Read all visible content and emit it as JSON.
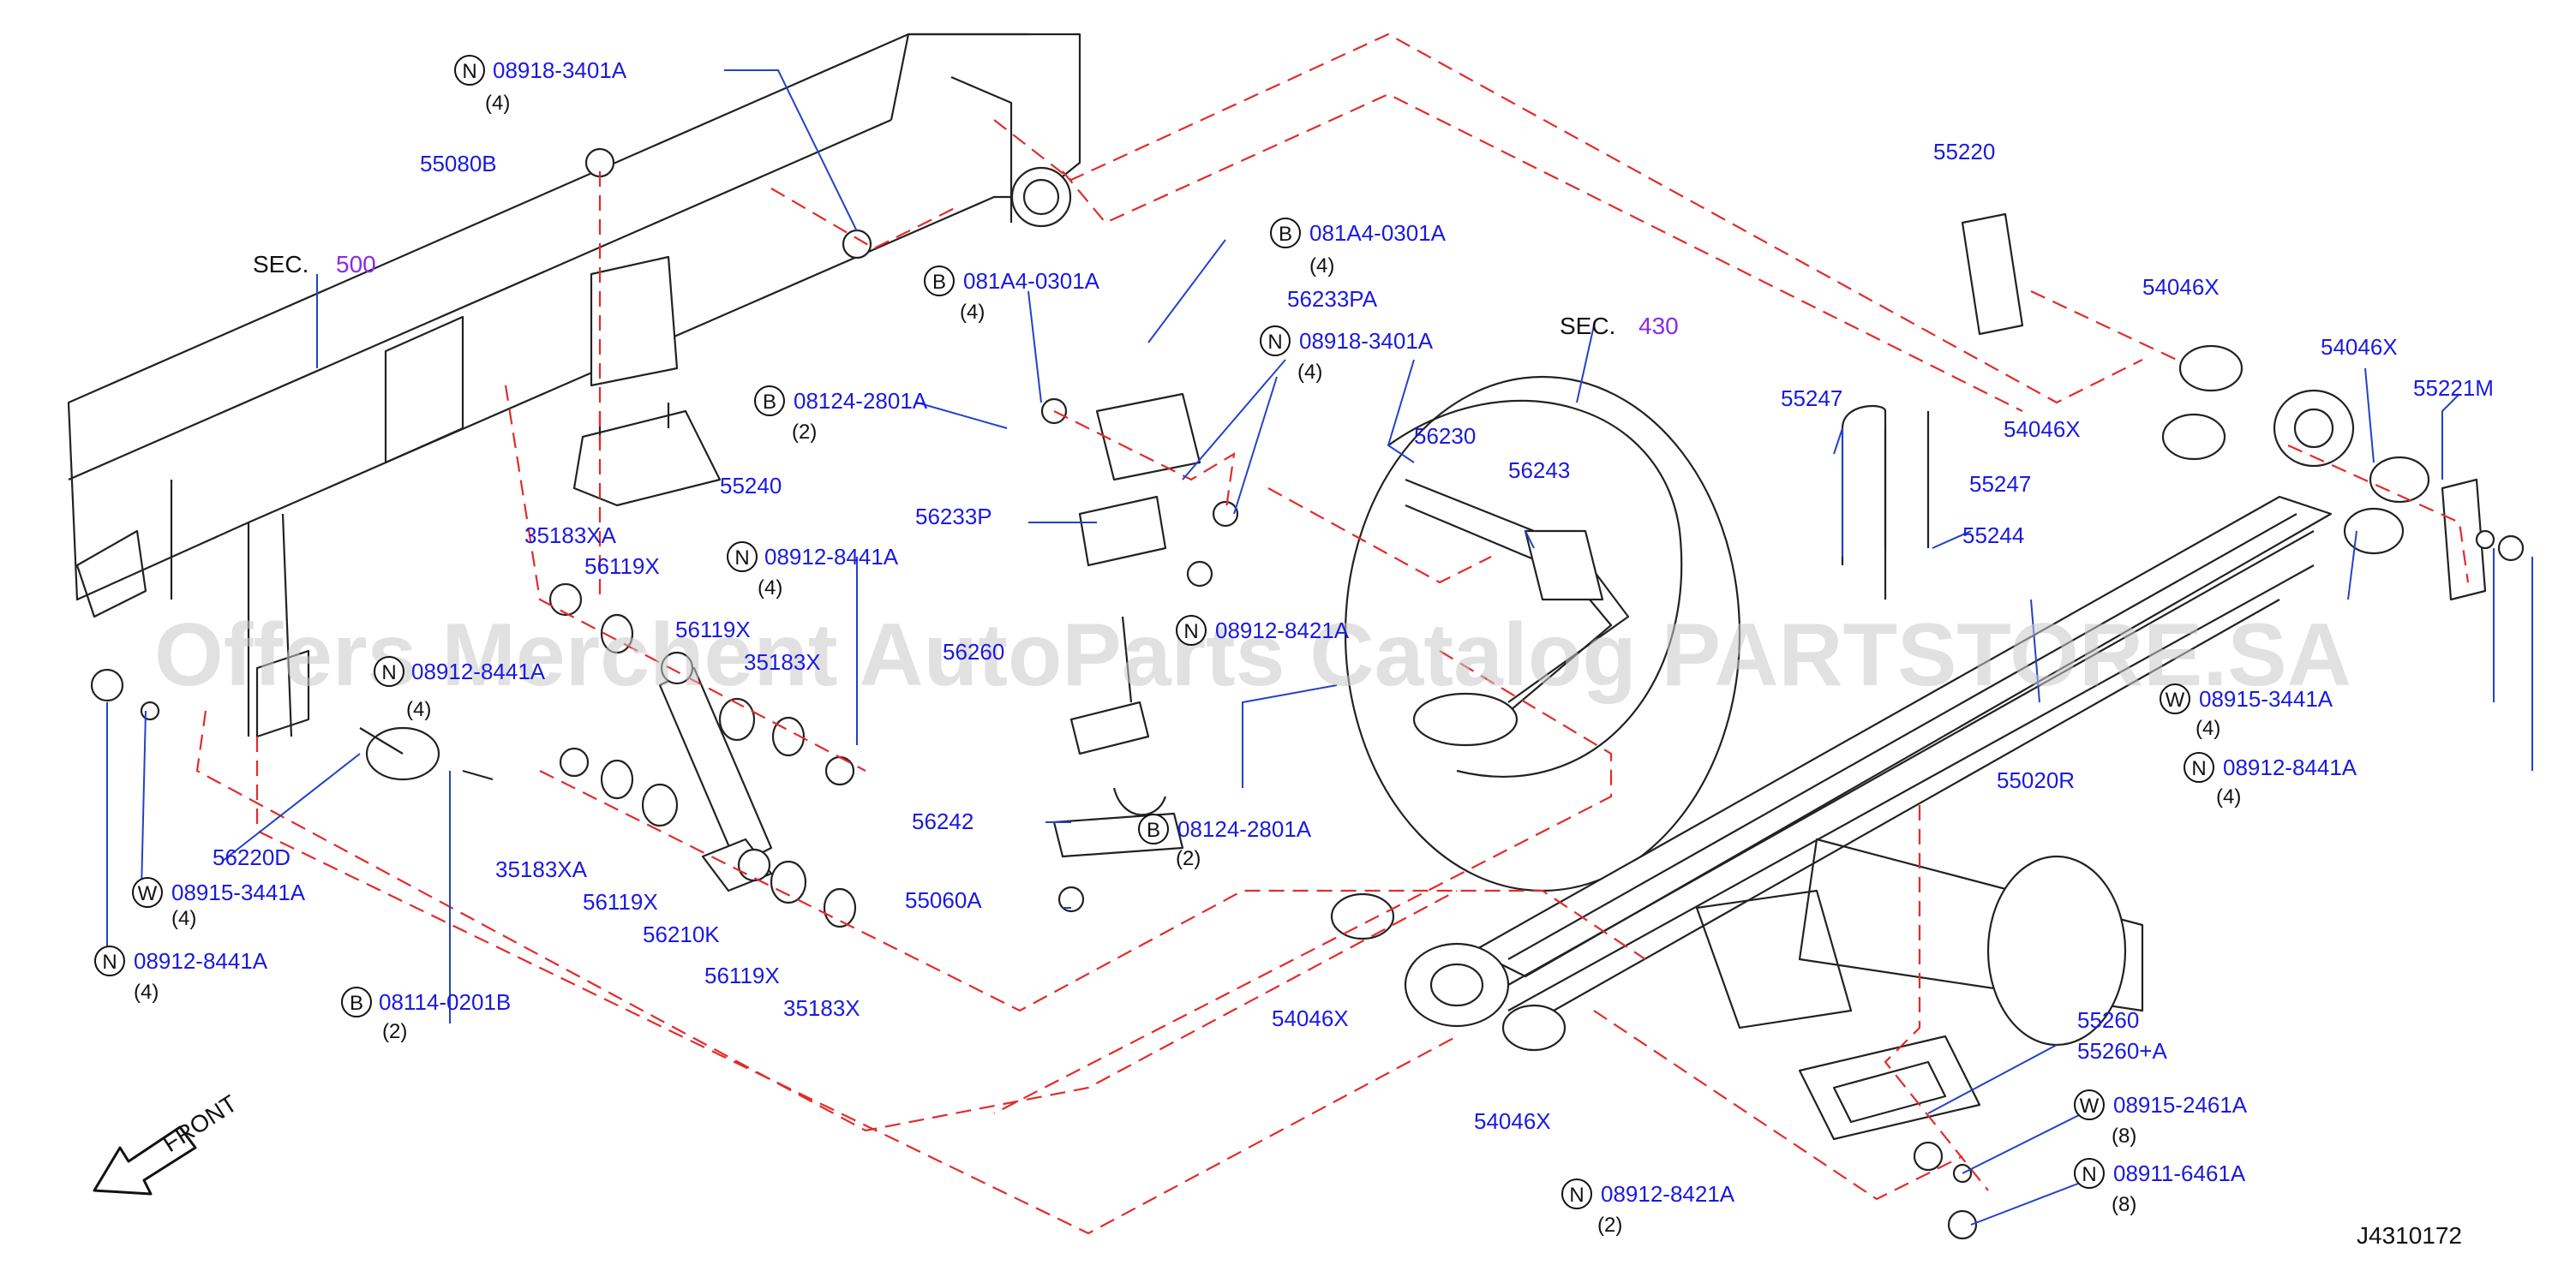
{
  "diagram": {
    "watermark": "Offers Merchent AutoParts Catalog PARTSTORE.SA",
    "drawing_code": "J4310172",
    "front_label": "FRONT",
    "sections": [
      {
        "prefix": "SEC.",
        "number": "500"
      },
      {
        "prefix": "SEC.",
        "number": "430"
      }
    ],
    "part_labels": [
      "55080B",
      "55240",
      "35183XA",
      "56119X",
      "56119X",
      "35183X",
      "35183XA",
      "56119X",
      "56210K",
      "56119X",
      "35183X",
      "56220D",
      "55220",
      "54046X",
      "54046X",
      "54046X",
      "55221M",
      "56230",
      "56243",
      "55247",
      "55247",
      "55244",
      "56233PA",
      "56233P",
      "56242",
      "55060A",
      "55020R",
      "54046X",
      "54046X",
      "55260",
      "55260+A",
      "56260"
    ],
    "callouts": [
      {
        "badge": "N",
        "number": "08918-3401A",
        "qty": "(4)"
      },
      {
        "badge": "N",
        "number": "08912-8441A",
        "qty": "(4)"
      },
      {
        "badge": "N",
        "number": "08912-8441A",
        "qty": ""
      },
      {
        "badge": "W",
        "number": "08915-3441A",
        "qty": "(4)"
      },
      {
        "badge": "N",
        "number": "08912-8441A",
        "qty": "(4)"
      },
      {
        "badge": "B",
        "number": "08114-0201B",
        "qty": "(2)"
      },
      {
        "badge": "B",
        "number": "081A4-0301A",
        "qty": "(4)"
      },
      {
        "badge": "B",
        "number": "081A4-0301A",
        "qty": "(4)"
      },
      {
        "badge": "B",
        "number": "08124-2801A",
        "qty": "(2)"
      },
      {
        "badge": "N",
        "number": "08918-3401A",
        "qty": "(4)"
      },
      {
        "badge": "N",
        "number": "08912-8421A",
        "qty": ""
      },
      {
        "badge": "B",
        "number": "08124-2801A",
        "qty": "(2)"
      },
      {
        "badge": "W",
        "number": "08915-3441A",
        "qty": "(4)"
      },
      {
        "badge": "N",
        "number": "08912-8441A",
        "qty": "(4)"
      },
      {
        "badge": "W",
        "number": "08915-2461A",
        "qty": "(8)"
      },
      {
        "badge": "N",
        "number": "08911-6461A",
        "qty": "(8)"
      },
      {
        "badge": "N",
        "number": "08912-8421A",
        "qty": "(2)"
      }
    ]
  }
}
